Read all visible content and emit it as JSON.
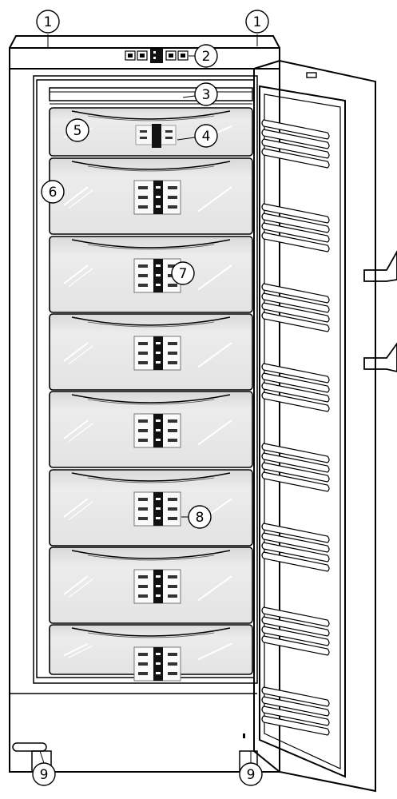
{
  "callouts": [
    {
      "id": "c1a",
      "label": "1"
    },
    {
      "id": "c1b",
      "label": "1"
    },
    {
      "id": "c2",
      "label": "2"
    },
    {
      "id": "c3",
      "label": "3"
    },
    {
      "id": "c4",
      "label": "4"
    },
    {
      "id": "c5",
      "label": "5"
    },
    {
      "id": "c6",
      "label": "6"
    },
    {
      "id": "c7",
      "label": "7"
    },
    {
      "id": "c8",
      "label": "8"
    },
    {
      "id": "c9a",
      "label": "9"
    },
    {
      "id": "c9b",
      "label": "9"
    }
  ],
  "colors": {
    "line": "#000000",
    "cabinet": "#ffffff",
    "drawer_fill": "#e9e9e9",
    "display": "#111111"
  }
}
